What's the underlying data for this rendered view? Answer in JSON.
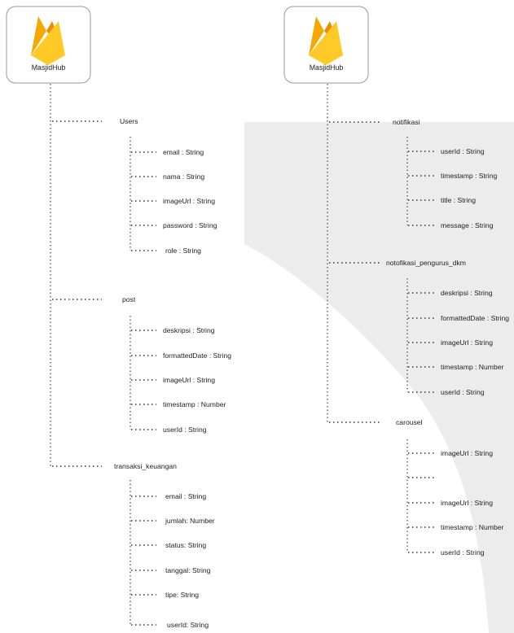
{
  "left_tree": {
    "app_name": "MasjidHub",
    "collections": [
      {
        "name": "Users",
        "fields": [
          "email : String",
          "nama : String",
          "imageUrl : String",
          "password : String",
          "role : String"
        ]
      },
      {
        "name": "post",
        "fields": [
          "deskripsi : String",
          "formattedDate : String",
          "imageUrl : String",
          "timestamp : Number",
          "userId : String"
        ]
      },
      {
        "name": "transaksi_keuangan",
        "fields": [
          "email : String",
          "jumlah: Number",
          "status: String",
          "tanggal: String",
          "tipe: String",
          "userId: String"
        ]
      }
    ]
  },
  "right_tree": {
    "app_name": "MasjidHub",
    "collections": [
      {
        "name": "notifikasi",
        "fields": [
          "userId : String",
          "timestamp : String",
          "title : String",
          "message : String"
        ]
      },
      {
        "name": "notofikasi_pengurus_dkm",
        "fields": [
          "deskripsi : String",
          "formattedDate : String",
          "imageUrl : String",
          "timestamp : Number",
          "userId : String"
        ]
      },
      {
        "name": "carousel",
        "fields": [
          "imageUrl : String",
          "",
          "imageUrl : String",
          "timestamp : Number",
          "userId : String"
        ]
      }
    ]
  },
  "colors": {
    "flame_outer": "#F6A700",
    "flame_inner": "#FFCA28",
    "flame_dark": "#F08A00",
    "connector": "#333333"
  },
  "icons": [
    "firebase-icon"
  ]
}
